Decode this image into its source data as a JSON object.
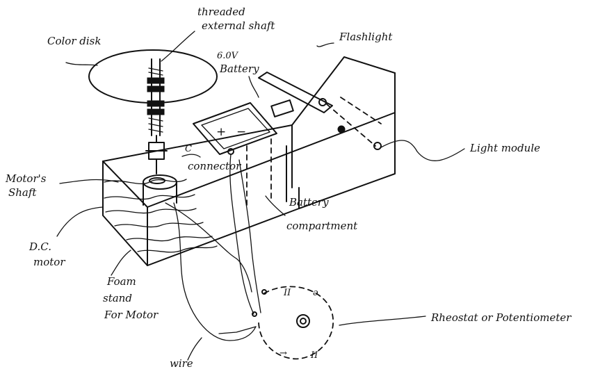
{
  "labels": {
    "color_disk": "Color disk",
    "threaded_shaft_line1": "threaded",
    "threaded_shaft_line2": "external shaft",
    "flashlight": "Flashlight",
    "battery_line1": "6.0V",
    "battery_line2": "Battery",
    "light_module": "Light module",
    "connector": "connector",
    "motors_shaft_line1": "Motor's",
    "motors_shaft_line2": "Shaft",
    "battery_compartment_line1": "Battery",
    "battery_compartment_line2": "compartment",
    "dc_motor_line1": "D.C.",
    "dc_motor_line2": "motor",
    "foam_line1": "Foam",
    "foam_line2": "stand",
    "foam_line3": "For Motor",
    "rheostat": "Rheostat or Potentiometer",
    "wire": "wire",
    "plus": "+",
    "minus": "−",
    "c_mark": "C",
    "dial_mark_1": "II",
    "dial_mark_2": "II"
  }
}
